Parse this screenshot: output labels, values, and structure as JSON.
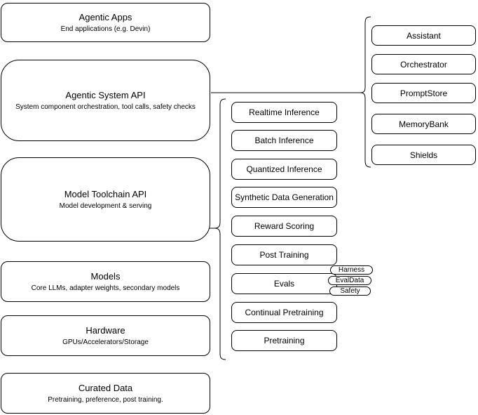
{
  "diagram": {
    "stack_layers": [
      {
        "title": "Agentic Apps",
        "subtitle": "End applications (e.g. Devin)"
      },
      {
        "title": "Agentic System API",
        "subtitle": "System component orchestration, tool calls, safety checks"
      },
      {
        "title": "Model Toolchain API",
        "subtitle": "Model development & serving"
      },
      {
        "title": "Models",
        "subtitle": "Core LLMs, adapter weights, secondary models"
      },
      {
        "title": "Hardware",
        "subtitle": "GPUs/Accelerators/Storage"
      },
      {
        "title": "Curated Data",
        "subtitle": "Pretraining, preference, post training."
      }
    ],
    "toolchain_components": [
      "Realtime Inference",
      "Batch Inference",
      "Quantized Inference",
      "Synthetic Data Generation",
      "Reward Scoring",
      "Post Training",
      "Evals",
      "Continual Pretraining",
      "Pretraining"
    ],
    "evals_tags": [
      "Harness",
      "EvalData",
      "Safety"
    ],
    "system_components": [
      "Assistant",
      "Orchestrator",
      "PromptStore",
      "MemoryBank",
      "Shields"
    ],
    "colors": {
      "background": "#ffffff",
      "stroke": "#000000",
      "text": "#000000"
    }
  }
}
